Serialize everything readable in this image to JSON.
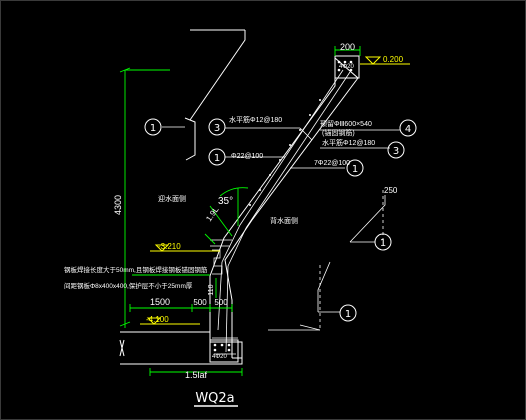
{
  "drawing": {
    "title": "WQ2a",
    "dims": {
      "top_width": "200",
      "height": "4300",
      "base_len": "1500",
      "d500a": "500",
      "d500b": "500",
      "d110": "110",
      "anchor_len": "1.5laf",
      "side_250": "250",
      "angle": "35°",
      "l_label": "1.9L"
    },
    "levels": {
      "top": "0.200",
      "mid": "-3.210",
      "bottom": "-4.100"
    },
    "rebar": {
      "top_bars": "4Φ20",
      "bottom_bars": "4Φ20",
      "horiz_a": "水平筋Φ12@180",
      "horiz_b": "水平筋Φ12@180",
      "ties": "Φ22@100",
      "ties_b": "7Φ22@100",
      "anchor": "预留ΦⅢ600×540",
      "anchor_sub": "(锚固钢筋)"
    },
    "faces": {
      "outer": "迎水面侧",
      "inner": "背水面侧"
    },
    "notes": {
      "line1": "钢板焊接长度大于50mm,且钢板焊接钢板锚固钢筋",
      "line2": "间距钢板Φ8x400x400,保护层不小于25mm厚"
    },
    "callouts": {
      "c1": "1",
      "c3": "3",
      "c4": "4"
    },
    "colors": {
      "line": "#ffffff",
      "level": "#ffff00",
      "dim": "#00ff00",
      "text": "#ffffff"
    }
  }
}
